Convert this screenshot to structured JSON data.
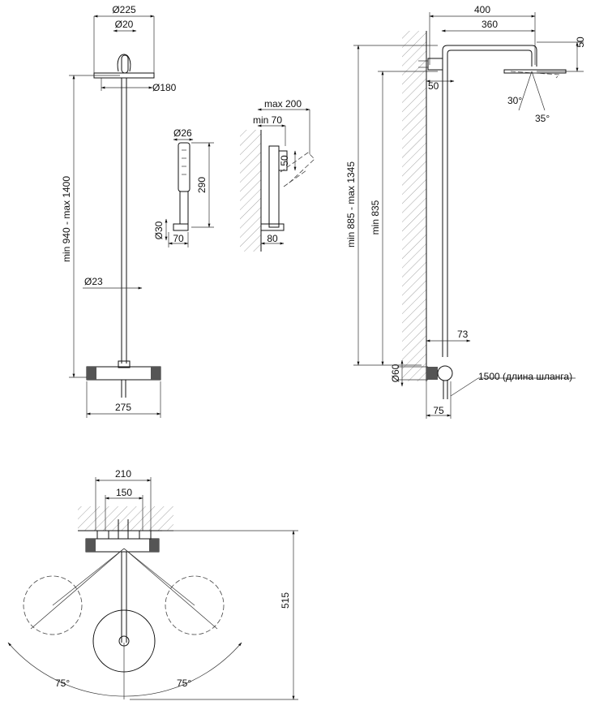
{
  "front_view": {
    "dia_head": "Ø225",
    "dia_arm": "Ø20",
    "dia_plate": "Ø180",
    "height_range": "min 940 - max 1400",
    "dia_pipe": "Ø23",
    "width_body": "275"
  },
  "hand_shower": {
    "dia_handle": "Ø26",
    "length": "290",
    "dia_base": "Ø30",
    "width": "70"
  },
  "holder": {
    "reach_max": "max 200",
    "reach_min": "min 70",
    "height": "50",
    "depth": "80"
  },
  "side_view": {
    "total_width": "400",
    "arm_width": "360",
    "head_offset": "50",
    "arm_drop": "50",
    "height_range": "min 885 - max 1345",
    "min_height": "min 835",
    "tilt_1": "30°",
    "tilt_2": "35°",
    "pipe_offset": "73",
    "dia_valve": "Ø60",
    "hose": "1500 (длина шланга)",
    "depth": "75"
  },
  "top_view": {
    "width_outer": "210",
    "width_inner": "150",
    "reach": "515",
    "angle_left": "75°",
    "angle_right": "75°"
  }
}
